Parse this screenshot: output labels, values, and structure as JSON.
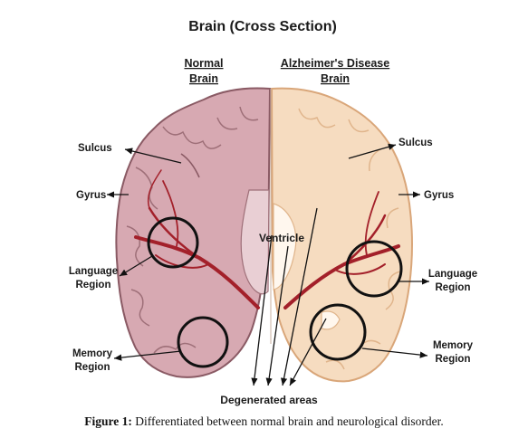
{
  "diagram": {
    "title": "Brain (Cross Section)",
    "left_header": [
      "Normal",
      "Brain"
    ],
    "right_header": [
      "Alzheimer's Disease",
      "Brain"
    ],
    "labels": {
      "sulcus_left": "Sulcus",
      "gyrus_left": "Gyrus",
      "language_left": [
        "Language",
        "Region"
      ],
      "memory_left": [
        "Memory",
        "Region"
      ],
      "sulcus_right": "Sulcus",
      "gyrus_right": "Gyrus",
      "language_right": [
        "Language",
        "Region"
      ],
      "memory_right": [
        "Memory",
        "Region"
      ],
      "ventricle": "Ventricle",
      "degenerated": "Degenerated areas"
    },
    "colors": {
      "normal_fill": "#d7a9b2",
      "normal_stroke": "#8a5a64",
      "disease_fill": "#f6dcc0",
      "disease_stroke": "#d9a679",
      "vessel": "#a3202a",
      "circle": "#111111"
    }
  },
  "caption": {
    "label": "Figure 1:",
    "text": " Differentiated between normal brain and neurological disorder."
  }
}
